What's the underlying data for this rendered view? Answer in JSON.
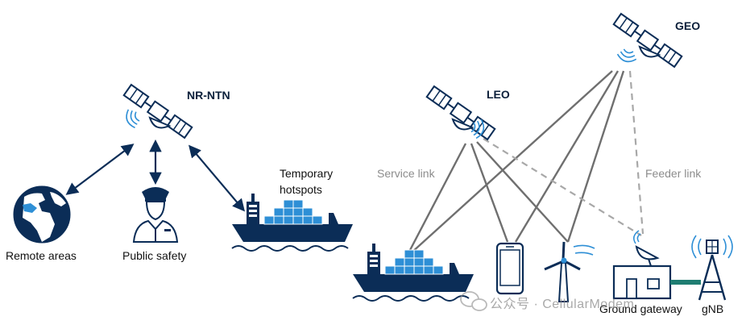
{
  "labels": {
    "nr_ntn": "NR-NTN",
    "leo": "LEO",
    "geo": "GEO",
    "service_link": "Service link",
    "feeder_link": "Feeder link",
    "temporary_hotspots_line1": "Temporary",
    "temporary_hotspots_line2": "hotspots",
    "remote_areas": "Remote areas",
    "public_safety": "Public safety",
    "ground_gateway": "Ground gateway",
    "gnb": "gNB"
  },
  "watermark": {
    "text": "公众号 · CellularModem",
    "icon": "wechat-icon"
  },
  "colors": {
    "navy": "#0b2d57",
    "accent_blue": "#2e8fd6",
    "link_grey": "#6f6f6f",
    "feeder_grey": "#a8a8a8",
    "teal_link": "#1f7d72"
  }
}
